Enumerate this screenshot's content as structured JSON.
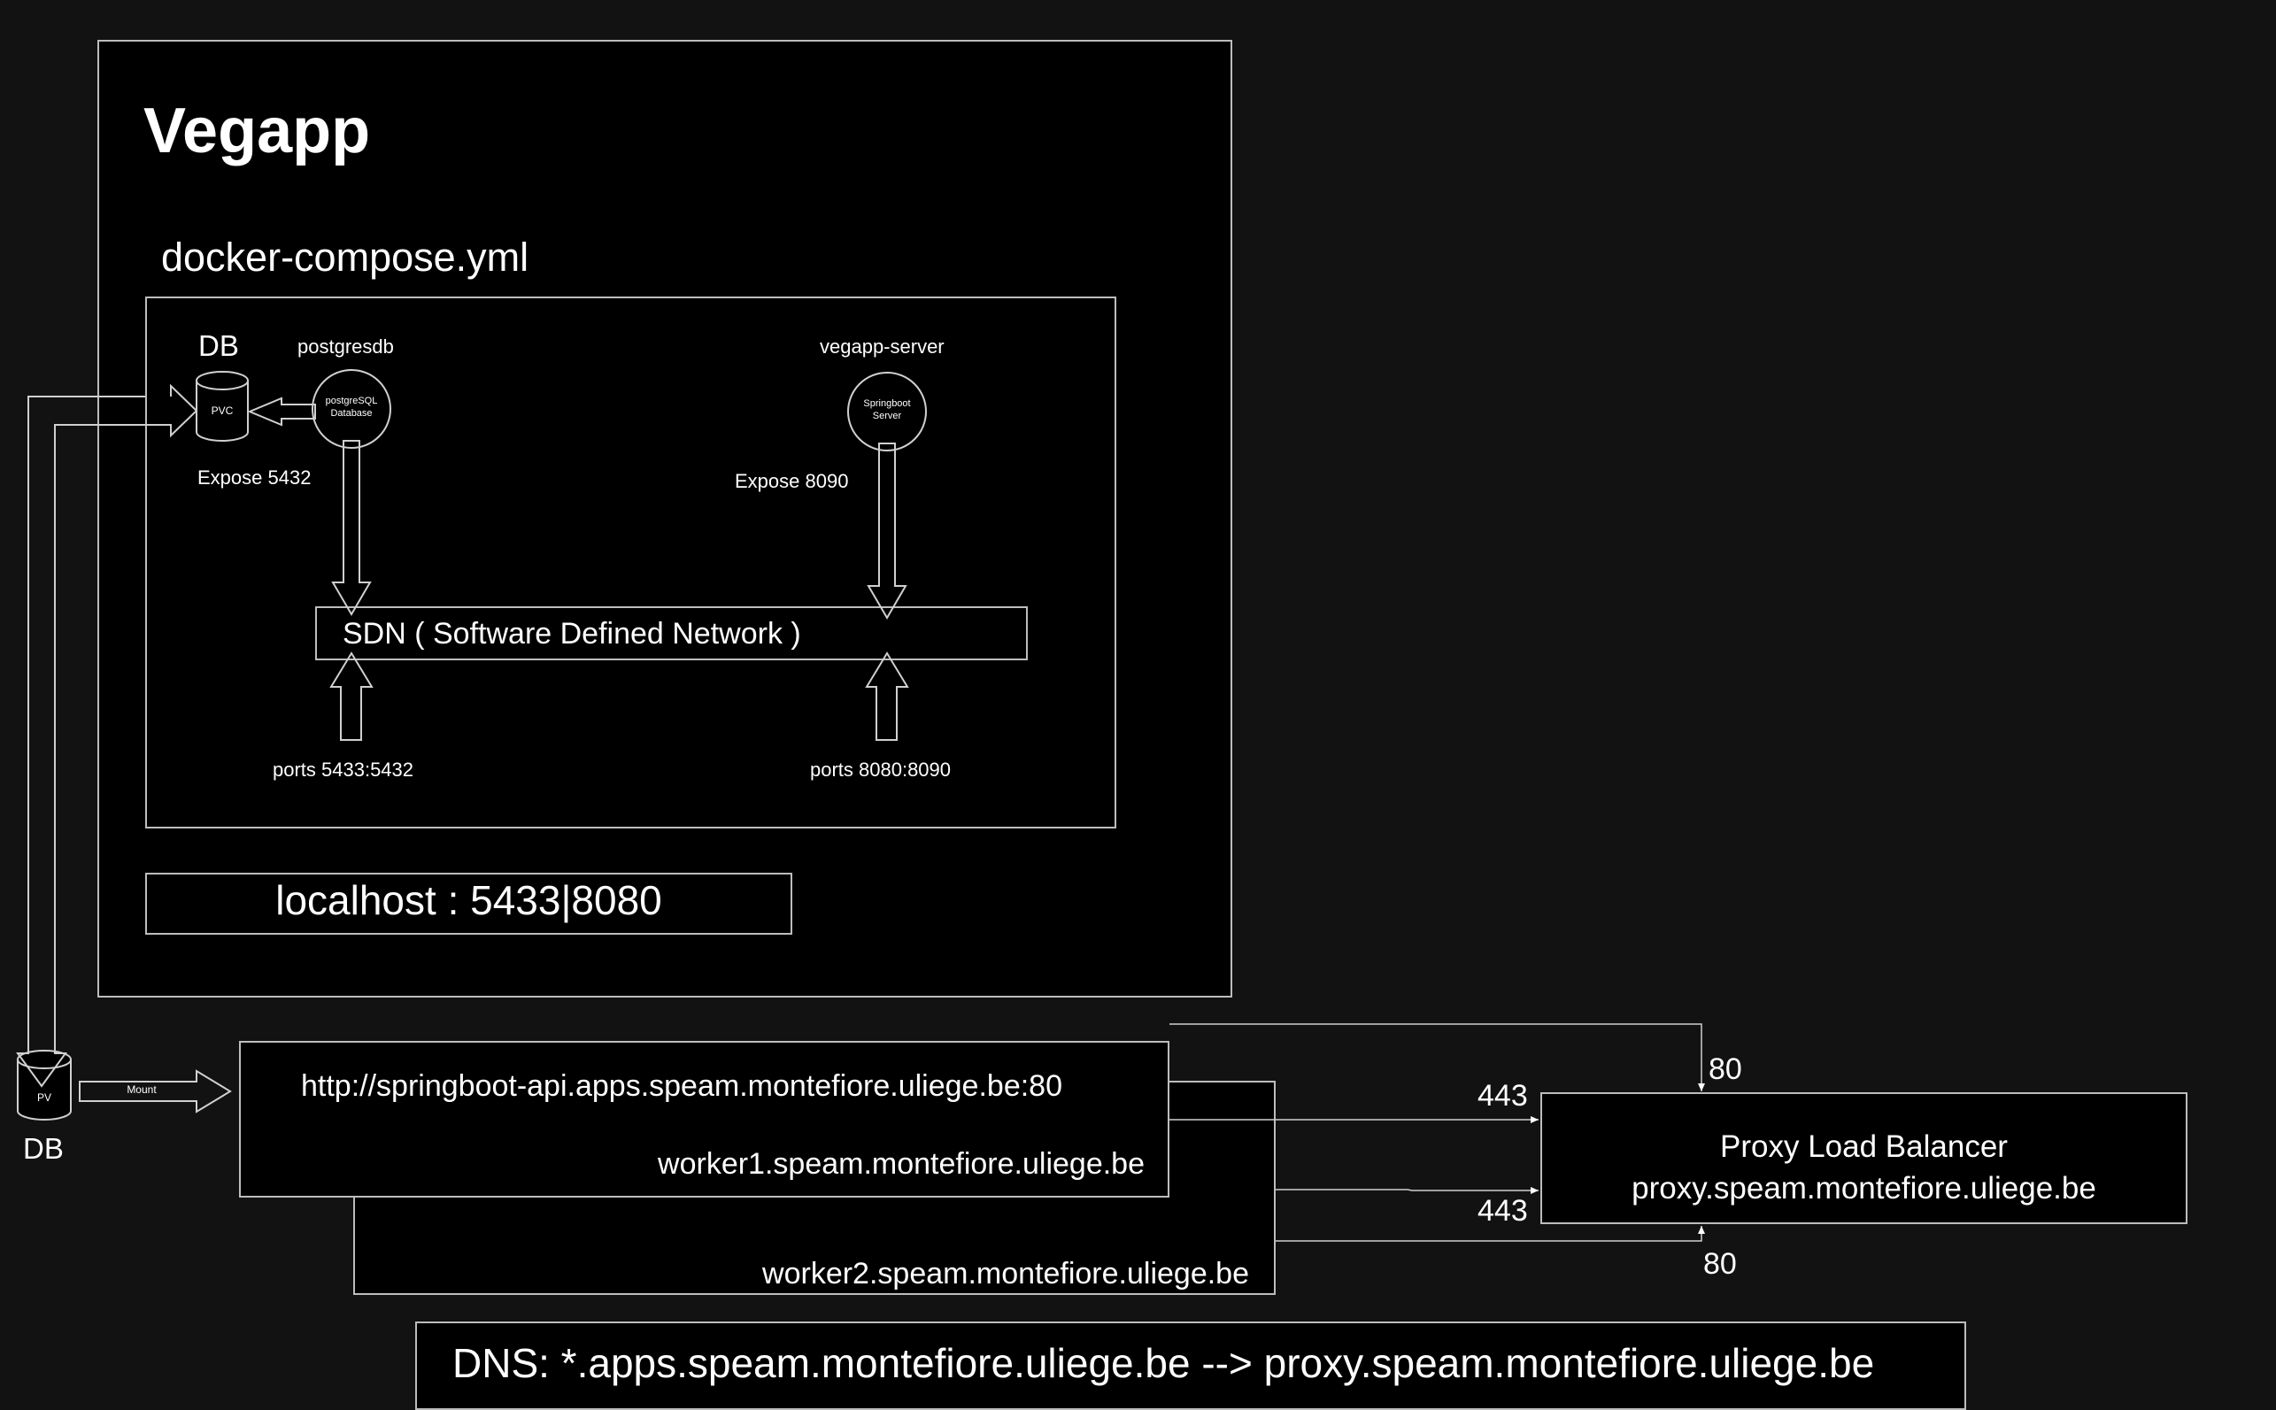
{
  "vegapp": {
    "title": "Vegapp",
    "compose_label": "docker-compose.yml"
  },
  "postgres": {
    "db_label": "DB",
    "service_name": "postgresdb",
    "pvc_label": "PVC",
    "circle_label": "postgreSQL Database",
    "expose_label": "Expose 5432",
    "ports_label": "ports 5433:5432"
  },
  "server": {
    "service_name": "vegapp-server",
    "circle_label": "Springboot Server",
    "expose_label": "Expose 8090",
    "ports_label": "ports 8080:8090"
  },
  "sdn_label": "SDN ( Software Defined Network )",
  "localhost_label": "localhost : 5433|8080",
  "pv": {
    "pv_label": "PV",
    "db_label": "DB",
    "mount_label": "Mount"
  },
  "worker1": {
    "url": "http://springboot-api.apps.speam.montefiore.uliege.be:80",
    "host": "worker1.speam.montefiore.uliege.be"
  },
  "worker2": {
    "host": "worker2.speam.montefiore.uliege.be"
  },
  "proxy": {
    "title": "Proxy Load Balancer",
    "host": "proxy.speam.montefiore.uliege.be",
    "port_80_top": "80",
    "port_443_top": "443",
    "port_443_bottom": "443",
    "port_80_bottom": "80"
  },
  "dns_label": "DNS: *.apps.speam.montefiore.uliege.be --> proxy.speam.montefiore.uliege.be",
  "colors": {
    "background": "#121212",
    "box_fill": "#000000",
    "stroke": "#bdbdbd",
    "text": "#ffffff"
  }
}
